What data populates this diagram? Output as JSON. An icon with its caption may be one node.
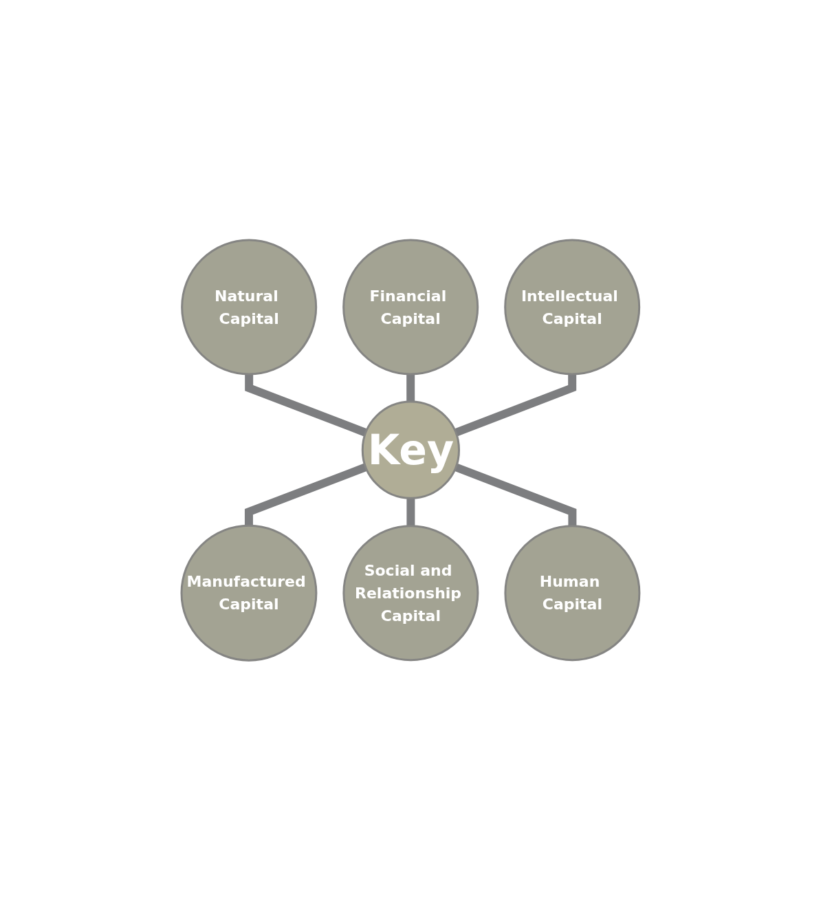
{
  "diagram": {
    "nodes": [
      {
        "text": [
          "Natural Capital"
        ]
      },
      {
        "text": [
          "Financial Capital"
        ]
      },
      {
        "text": [
          "Intellectual Capital"
        ]
      },
      {
        "text": [
          "Key"
        ]
      },
      {
        "text": [
          "Manufactured Capital"
        ]
      },
      {
        "text": [
          "Social and Relationship Capital"
        ]
      },
      {
        "text": [
          "Human Capital"
        ]
      }
    ],
    "edges": [
      {
        "from": 0,
        "to": 3,
        "arrow": "none"
      },
      {
        "from": 1,
        "to": 3,
        "arrow": "none"
      },
      {
        "from": 2,
        "to": 3,
        "arrow": "none"
      },
      {
        "from": 3,
        "to": 4,
        "arrow": "none"
      },
      {
        "from": 3,
        "to": 5,
        "arrow": "none"
      },
      {
        "from": 3,
        "to": 6,
        "arrow": "none"
      }
    ]
  }
}
